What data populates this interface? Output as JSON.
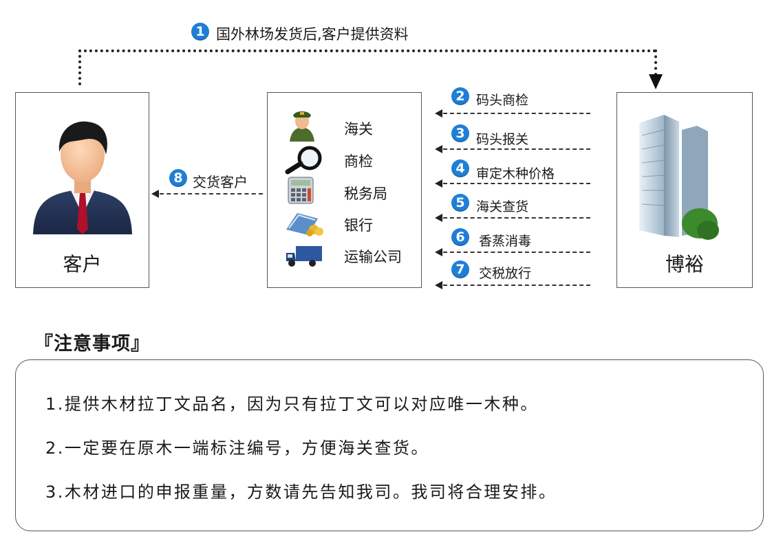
{
  "top_step": {
    "number": "1",
    "label": "国外林场发货后,客户提供资料"
  },
  "customer": {
    "label": "客户"
  },
  "company": {
    "label": "博裕"
  },
  "agencies": [
    {
      "label": "海关",
      "icon": "customs-officer-icon"
    },
    {
      "label": "商检",
      "icon": "magnifier-icon"
    },
    {
      "label": "税务局",
      "icon": "calculator-icon"
    },
    {
      "label": "银行",
      "icon": "bank-card-icon"
    },
    {
      "label": "运输公司",
      "icon": "truck-icon"
    }
  ],
  "steps": [
    {
      "number": "2",
      "label": "码头商检"
    },
    {
      "number": "3",
      "label": "码头报关"
    },
    {
      "number": "4",
      "label": "审定木种价格"
    },
    {
      "number": "5",
      "label": "海关查货"
    },
    {
      "number": "6",
      "label": "香蒸消毒"
    },
    {
      "number": "7",
      "label": "交税放行"
    }
  ],
  "delivery_step": {
    "number": "8",
    "label": "交货客户"
  },
  "notes": {
    "title": "『注意事项』",
    "items": [
      "1.提供木材拉丁文品名，因为只有拉丁文可以对应唯一木种。",
      "2.一定要在原木一端标注编号，方便海关查货。",
      "3.木材进口的申报重量，方数请先告知我司。我司将合理安排。"
    ]
  },
  "colors": {
    "badge": "#1f7fd6",
    "border": "#555555"
  }
}
